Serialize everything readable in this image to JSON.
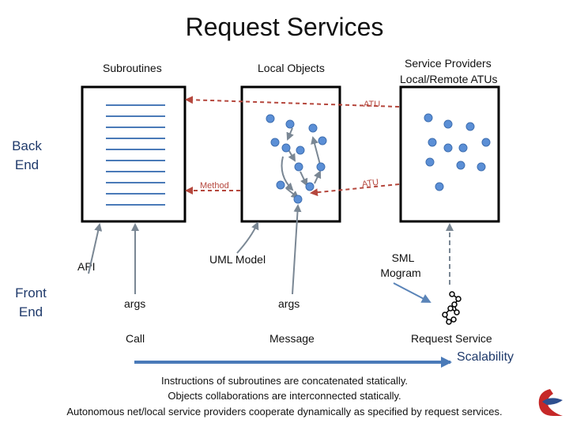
{
  "title": "Request Services",
  "headers": {
    "subroutines": "Subroutines",
    "local_objects": "Local Objects",
    "service_providers_line1": "Service Providers",
    "service_providers_line2": "Local/Remote ATUs"
  },
  "side_labels": {
    "back_line1": "Back",
    "back_line2": "End",
    "front_line1": "Front",
    "front_line2": "End"
  },
  "arrow_labels": {
    "atu_top": "ATU",
    "method": "Method",
    "atu_mid": "ATU"
  },
  "front_labels": {
    "api": "API",
    "uml_model": "UML Model",
    "sml_line1": "SML",
    "sml_line2": "Mogram",
    "args_left": "args",
    "args_mid": "args",
    "call": "Call",
    "message": "Message",
    "request_service": "Request Service",
    "scalability": "Scalability"
  },
  "footer": [
    "Instructions of subroutines are concatenated statically.",
    "Objects collaborations are interconnected statically.",
    "Autonomous net/local service providers cooperate dynamically as specified by request services."
  ],
  "colors": {
    "node_blue": "#5b8fd6",
    "arrow_gray": "#7a8794",
    "arrow_blue": "#5a84b8",
    "dashed_red": "#b5473d",
    "scalability_blue": "#4a7ab8",
    "text_blue": "#1f3a6b"
  },
  "icons": {
    "logo": "red-blue-s-logo",
    "request-service": "service-graph-icon"
  }
}
